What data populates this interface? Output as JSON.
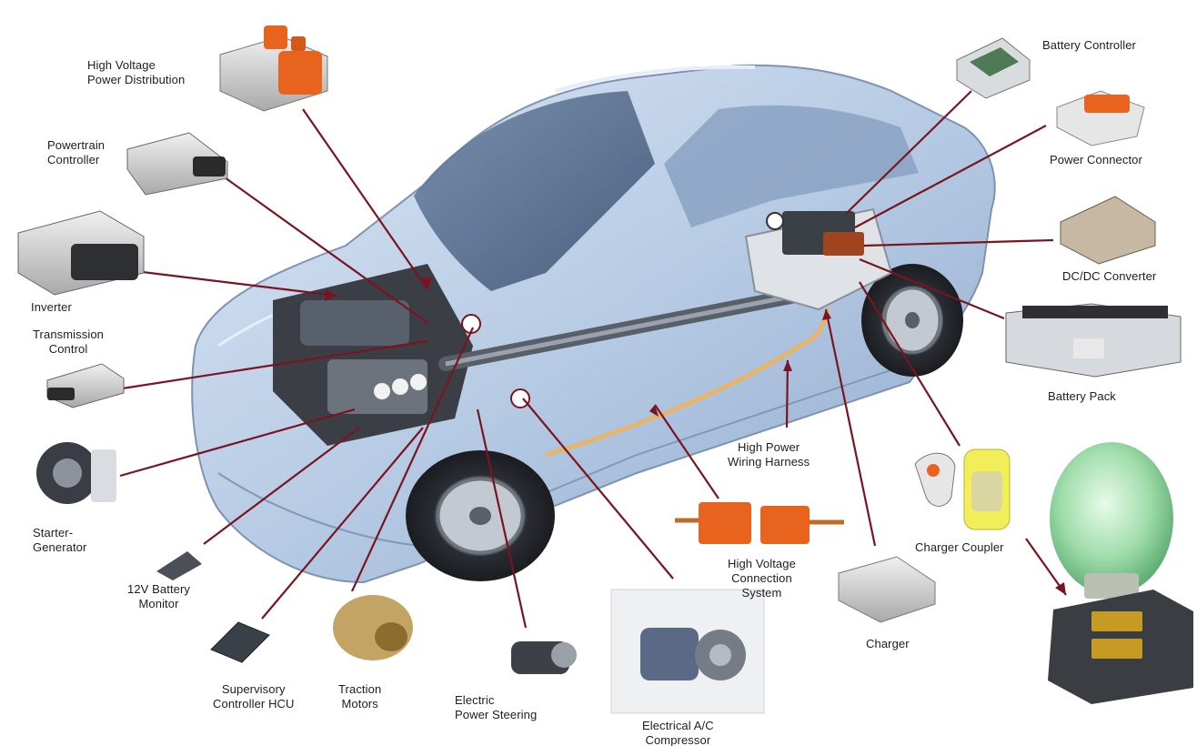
{
  "labels": {
    "high_voltage_power_distribution": "High Voltage\nPower Distribution",
    "powertrain_controller": "Powertrain\nController",
    "inverter": "Inverter",
    "transmission_control": "Transmission\nControl",
    "starter_generator": "Starter-\nGenerator",
    "battery_monitor_12v": "12V Battery\nMonitor",
    "supervisory_controller_hcu": "Supervisory\nController HCU",
    "traction_motors": "Traction\nMotors",
    "electric_power_steering": "Electric\nPower Steering",
    "electrical_ac_compressor": "Electrical A/C\nCompressor",
    "high_voltage_connection_system": "High Voltage\nConnection\nSystem",
    "high_power_wiring_harness": "High Power\nWiring Harness",
    "charger": "Charger",
    "charger_coupler": "Charger Coupler",
    "battery_pack": "Battery Pack",
    "dc_dc_converter": "DC/DC Converter",
    "power_connector": "Power Connector",
    "battery_controller": "Battery Controller"
  },
  "colors": {
    "leader_line": "#7a1420",
    "car_body": "#b9cde6",
    "orange_parts": "#e8641e",
    "charger_yellow": "#f2ee5a",
    "bulb_green": "#8fd19a"
  }
}
